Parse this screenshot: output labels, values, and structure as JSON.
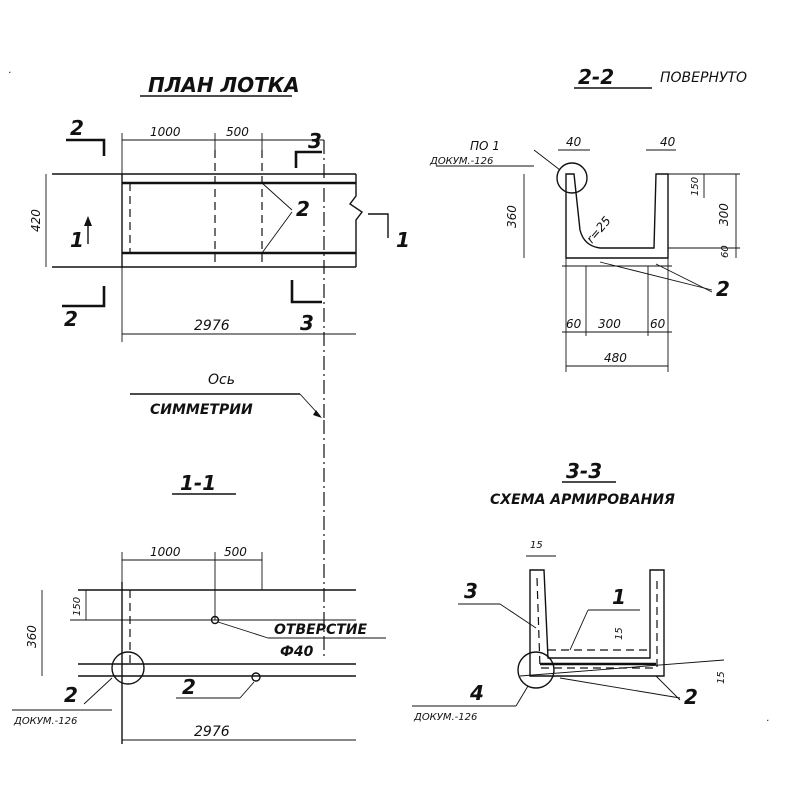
{
  "plan": {
    "title": "ПЛАН ЛОТКА",
    "dim_1000": "1000",
    "dim_500": "500",
    "dim_420": "420",
    "dim_2976": "2976",
    "cut_2": "2",
    "cut_3": "3",
    "cut_1": "1",
    "callout_2": "2"
  },
  "section22": {
    "title": "2-2",
    "subtitle": "ПОВЕРНУТО",
    "ref_pos": "ПО 1",
    "ref_doc": "ДОКУМ.-126",
    "dim_40_left": "40",
    "dim_40_right": "40",
    "dim_360": "360",
    "dim_300": "300",
    "dim_150": "150",
    "dim_60": "60",
    "radius": "r=25",
    "dim_bottom_60_left": "60",
    "dim_bottom_300": "300",
    "dim_bottom_60_right": "60",
    "dim_480": "480",
    "callout_2": "2"
  },
  "axis": {
    "line1": "Ось",
    "line2": "СИММЕТРИИ"
  },
  "section11": {
    "title": "1-1",
    "dim_1000": "1000",
    "dim_500": "500",
    "dim_360": "360",
    "dim_150": "150",
    "hole_label": "ОТВЕРСТИЕ",
    "hole_dia": "Ф40",
    "callout_2_left": "2",
    "ref_doc": "ДОКУМ.-126",
    "callout_2_right": "2",
    "dim_2976": "2976"
  },
  "section33": {
    "title": "3-3",
    "subtitle": "СХЕМА АРМИРОВАНИЯ",
    "dim_15_top": "15",
    "callout_3": "3",
    "callout_1": "1",
    "dim_15_mid": "15",
    "dim_15_right": "15",
    "callout_4": "4",
    "ref_doc": "ДОКУМ.-126",
    "callout_2": "2"
  }
}
